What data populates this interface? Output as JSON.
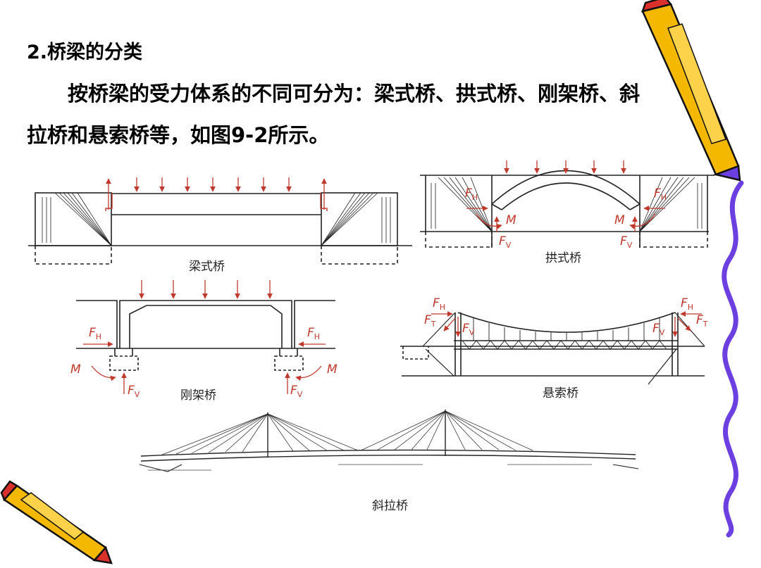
{
  "slide": {
    "heading": "2.桥梁的分类",
    "paragraph": "按桥梁的受力体系的不同可分为：梁式桥、拱式桥、刚架桥、斜拉桥和悬索桥等，如图9-2所示。"
  },
  "figures": {
    "beam": {
      "caption": "梁式桥"
    },
    "arch": {
      "caption": "拱式桥",
      "labels": {
        "fh": "F",
        "fh_sub": "H",
        "fv": "F",
        "fv_sub": "V",
        "m": "M"
      }
    },
    "rigid": {
      "caption": "刚架桥",
      "labels": {
        "fh": "F",
        "fh_sub": "H",
        "fv": "F",
        "fv_sub": "V",
        "m": "M"
      }
    },
    "suspension": {
      "caption": "悬索桥",
      "labels": {
        "fh": "F",
        "fh_sub": "H",
        "ft": "F",
        "ft_sub": "T",
        "fv": "F",
        "fv_sub": "V"
      }
    },
    "cable_stayed": {
      "caption": "斜拉桥"
    }
  },
  "decorations": {
    "pencil_color": "#f5b800",
    "wave_color": "#6b3fe0",
    "force_color": "#c0392b"
  }
}
